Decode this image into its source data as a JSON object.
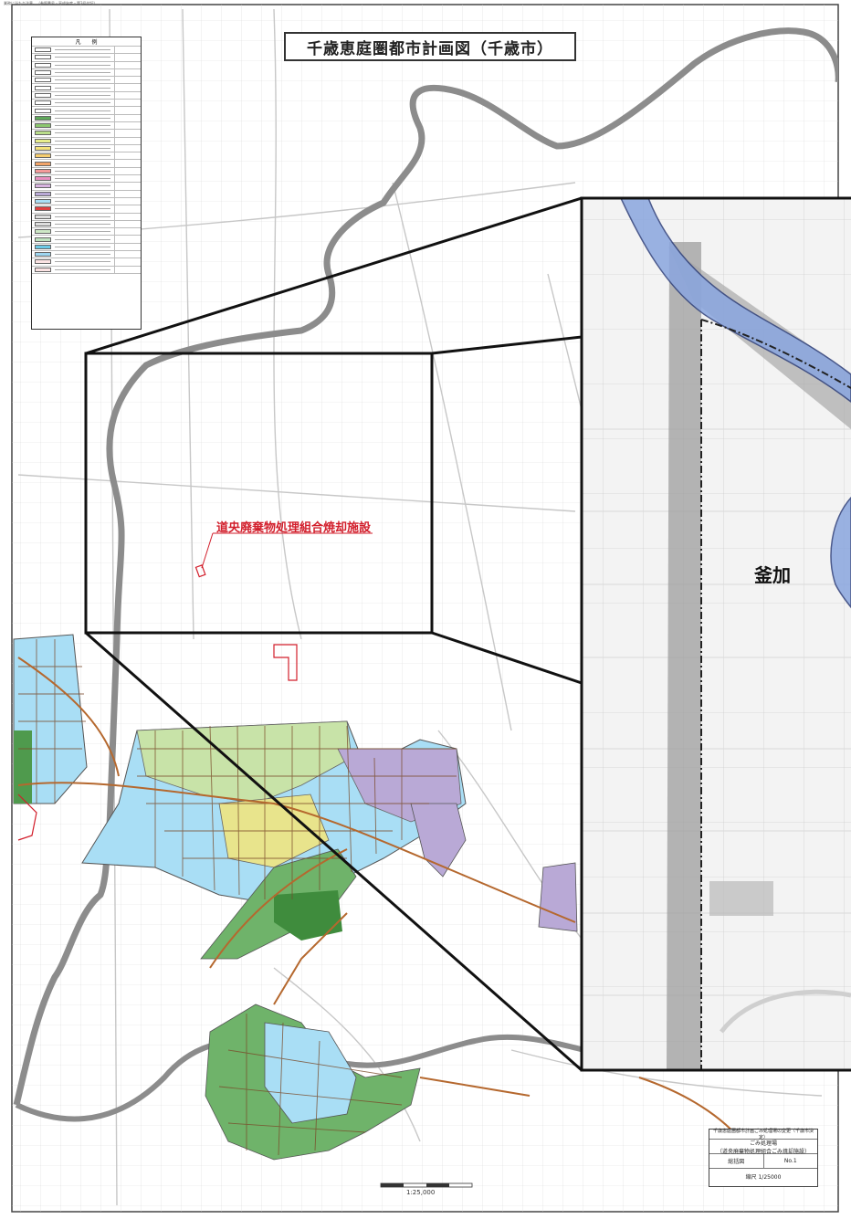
{
  "map": {
    "title": "千歳恵庭圏都市計画図（千歳市）",
    "facility_label": "道央廃棄物処理組合焼却施設",
    "inset_area_label": "釜加",
    "scale_bar_text": "1:25,000",
    "top_note": "業務に当たり注意。（参照番号・平成年度・第3号付記）",
    "colors": {
      "boundary": "#8c8c8c",
      "road": "#b5682e",
      "residential": "#a9def5",
      "green": "#4f9a4d",
      "commercial": "#b9a9d6",
      "red_facility": "#d21e2b",
      "river": "#8aa6df"
    },
    "info_box": {
      "line1": "千歳恵庭圏都市計画ごみ処理場の変更（千歳市決定）",
      "line2": "ごみ処理場",
      "line3": "（道央廃棄物処理組合ごみ焼却施設）",
      "line4_left": "総括図",
      "line4_right": "No.1",
      "line5": "縮尺 1/25000"
    },
    "legend": {
      "title": "凡　　例",
      "rows": 30
    }
  }
}
